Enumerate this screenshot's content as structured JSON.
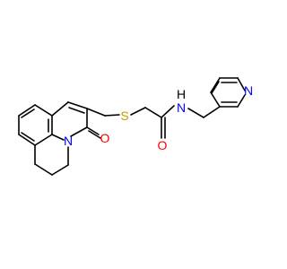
{
  "molecule": {
    "atoms": [
      {
        "id": "N_pyridine",
        "symbol": "N",
        "color": "#0000ff"
      },
      {
        "id": "N_amide",
        "symbol": "N",
        "color": "#0000ff",
        "suffix": "H"
      },
      {
        "id": "O_amide",
        "symbol": "O",
        "color": "#ff0000"
      },
      {
        "id": "S_thioether",
        "symbol": "S",
        "color": "#c0a000"
      },
      {
        "id": "N_ring",
        "symbol": "N",
        "color": "#0000ff"
      },
      {
        "id": "O_lactam",
        "symbol": "O",
        "color": "#ff0000"
      }
    ],
    "bond_color": "#000000"
  }
}
